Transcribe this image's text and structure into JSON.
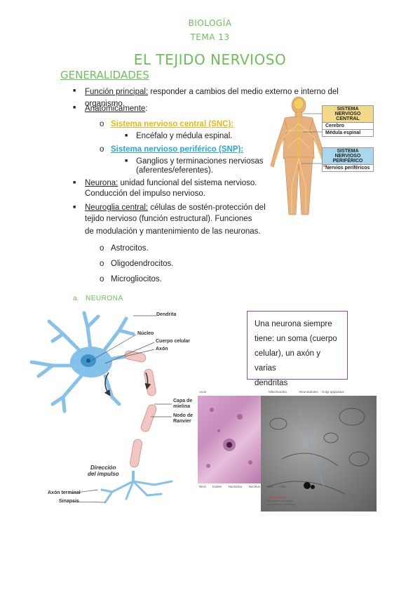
{
  "header": {
    "subject": "BIOLOGÍA",
    "topic": "TEMA 13",
    "title": "EL TEJIDO NERVIOSO"
  },
  "section_title": "GENERALIDADES",
  "bullets": {
    "funcion_label": "Función principal:",
    "funcion_text": " responder a cambios del medio externo e interno del organismo.",
    "anatomicamente": "Anatómicamente",
    "snc": "Sistema nervioso central (SNC):",
    "snc_sub": "Encéfalo y médula espinal.",
    "snp": "Sistema nervioso periférico (SNP):",
    "snp_sub1": "Ganglios y terminaciones nerviosas",
    "snp_sub2": "(aferentes/eferentes).",
    "neurona_label": "Neurona:",
    "neurona_text1": " unidad funcional del sistema nervioso.",
    "neurona_text2": "Conducción del impulso nervioso.",
    "neuroglia_label": "Neuroglia central:",
    "neuroglia_text1": " células de sostén-protección del",
    "neuroglia_text2": "tejido nervioso (función estructural). Funciones",
    "neuroglia_text3": "de modulación y mantenimiento de las neuronas.",
    "glia": [
      "Astrocitos.",
      "Oligodendrocitos.",
      "Microgliocitos."
    ]
  },
  "body_figure": {
    "central_title": "SISTEMA NERVIOSO CENTRAL",
    "central_items": [
      "Cerebro",
      "Médula espinal"
    ],
    "peripheral_title": "SISTEMA NERVIOSO PERIFÉRICO",
    "peripheral_items": [
      "Nervios periféricos"
    ],
    "central_color": "#f3d98a",
    "peripheral_color": "#a9d8ee"
  },
  "subsection": {
    "marker": "a.",
    "title": "NEURONA"
  },
  "neuron_labels": {
    "dendrita": "Dendrita",
    "nucleo": "Núcleo",
    "cuerpo": "Cuerpo celular",
    "axon": "Axón",
    "mielina1": "Capa de",
    "mielina2": "mielina",
    "nodo1": "Nodo de",
    "nodo2": "Ranvier",
    "direccion1": "Dirección",
    "direccion2": "del impulso",
    "terminal": "Axón terminal",
    "sinapsis": "Sinapsis"
  },
  "callout": {
    "line1": "Una neurona siempre",
    "line2": "tiene: un soma (cuerpo",
    "line3": "celular), un axón y varias",
    "line4": "dendritas"
  },
  "micrograph_labels": {
    "axon": "Axon",
    "mitochondria": "Mitochondria",
    "neurotubules": "Neurotubules",
    "golgi": "Golgi apparatus",
    "bottom": [
      "Nissl bodies",
      "Nucleolus",
      "Nucleus",
      "Glial cells"
    ],
    "nissl_note1": "Nissl body (free",
    "nissl_note2": "ribosomes and rough",
    "nissl_note3": "endoplasmic reticulum)"
  }
}
